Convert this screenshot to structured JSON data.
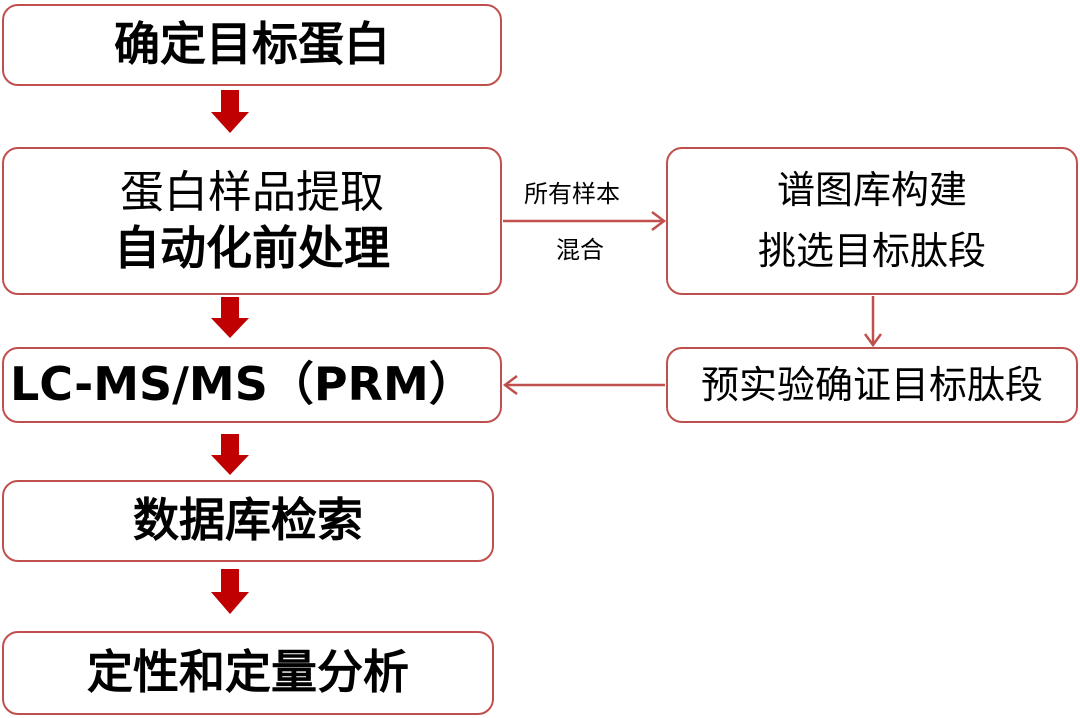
{
  "steps": {
    "target_protein": "确定目标蛋白",
    "extraction_line1": "蛋白样品提取",
    "extraction_line2": "自动化前处理",
    "lcms": "LC-MS/MS（PRM）",
    "database_search": "数据库检索",
    "analysis": "定性和定量分析"
  },
  "side": {
    "library_line1": "谱图库构建",
    "library_line2": "挑选目标肽段",
    "validation": "预实验确证目标肽段"
  },
  "connector": {
    "label_line1": "所有样本",
    "label_line2": "混合"
  },
  "colors": {
    "border": "#c0504d",
    "block_arrow": "#c00000",
    "line_arrow": "#c0504d"
  }
}
